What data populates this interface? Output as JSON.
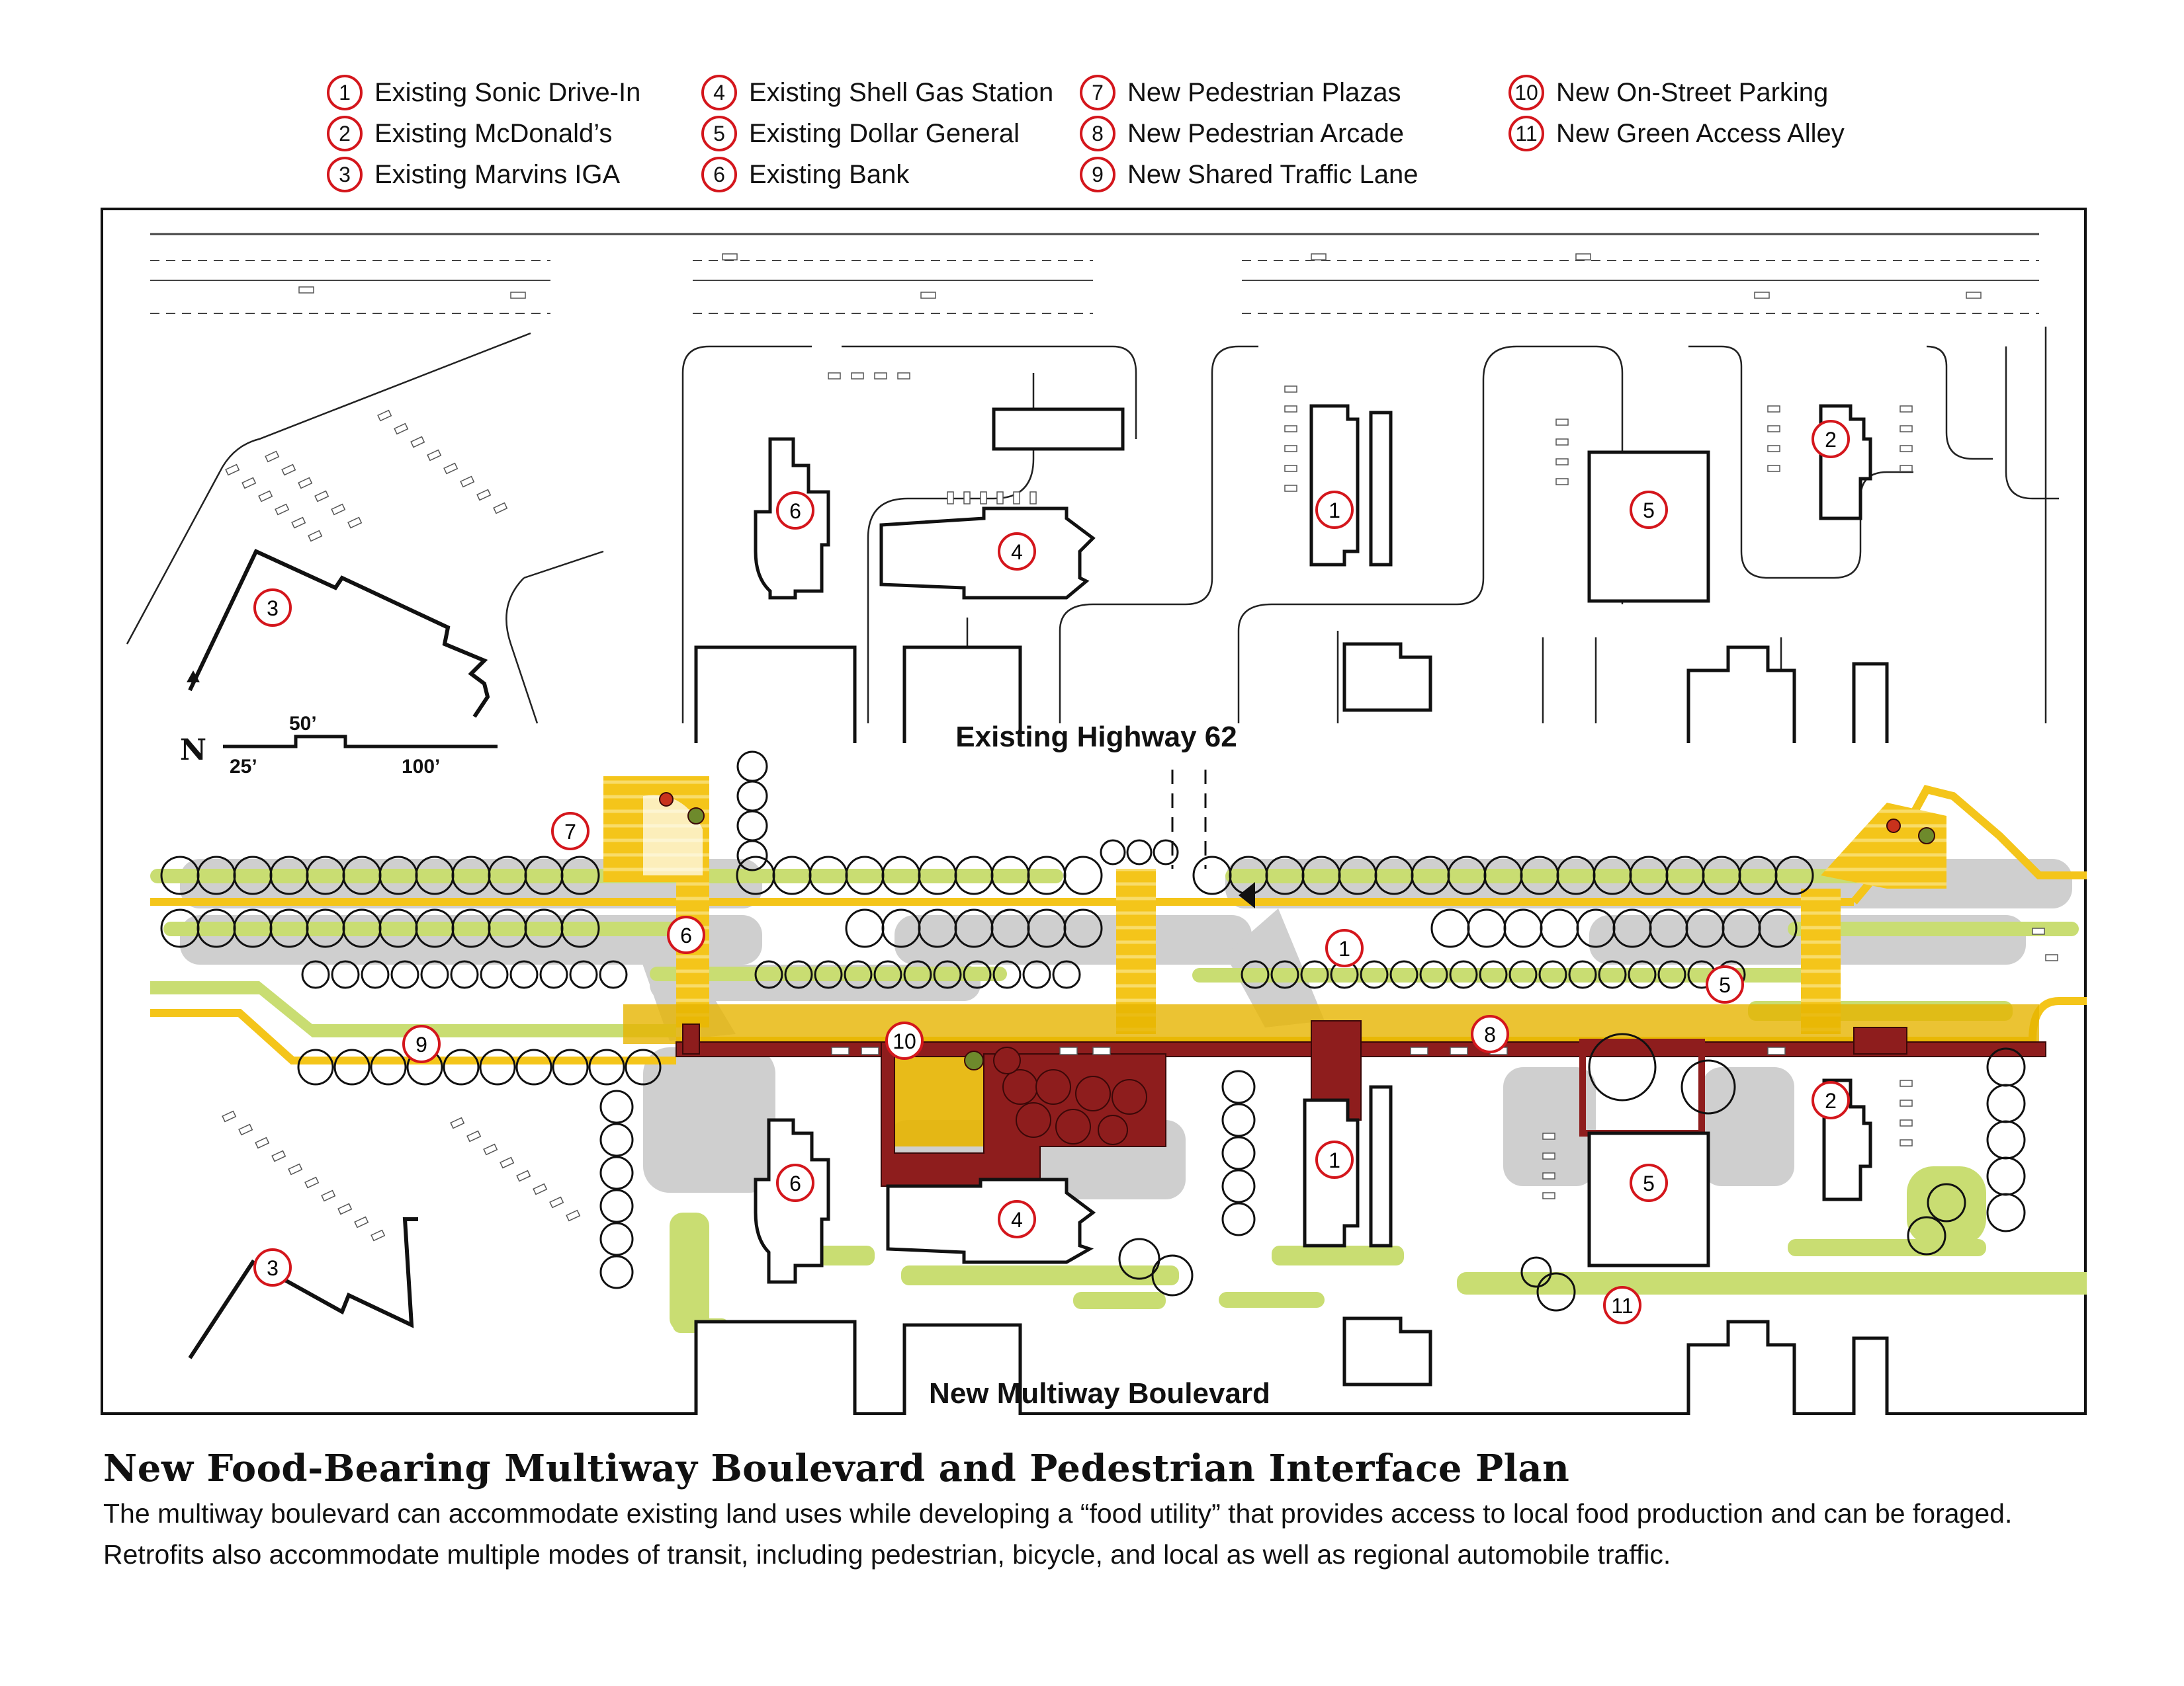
{
  "legend": [
    {
      "num": "1",
      "label": "Existing Sonic Drive-In"
    },
    {
      "num": "2",
      "label": "Existing McDonald’s"
    },
    {
      "num": "3",
      "label": "Existing Marvins IGA"
    },
    {
      "num": "4",
      "label": "Existing Shell Gas Station"
    },
    {
      "num": "5",
      "label": "Existing Dollar General"
    },
    {
      "num": "6",
      "label": "Existing Bank"
    },
    {
      "num": "7",
      "label": "New Pedestrian Plazas"
    },
    {
      "num": "8",
      "label": "New Pedestrian Arcade"
    },
    {
      "num": "9",
      "label": "New Shared Traffic Lane"
    },
    {
      "num": "10",
      "label": "New On-Street Parking"
    },
    {
      "num": "11",
      "label": "New Green Access Alley"
    }
  ],
  "plan": {
    "highway_label": "Existing Highway 62",
    "boulevard_label": "New Multiway Boulevard",
    "north_label": "N",
    "scale_labels": {
      "a": "25’",
      "b": "50’",
      "c": "100’"
    },
    "markers": {
      "m1": "1",
      "m2": "2",
      "m3": "3",
      "m4": "4",
      "m5": "5",
      "m6": "6",
      "m7": "7",
      "m8": "8",
      "m9": "9",
      "m10": "10",
      "m11": "11"
    }
  },
  "title": "New Food-Bearing Multiway Boulevard and Pedestrian Interface Plan",
  "caption": "The multiway boulevard can accommodate existing land uses while developing a “food utility” that provides access to local food production and can be foraged. Retrofits also accommodate multiple modes of transit, including pedestrian, bicycle, and local as well as regional automobile traffic.",
  "colors": {
    "marker": "#d4161c",
    "plaza": "#f4c51a",
    "arcade": "#8e1d1d",
    "green": "#c9dd72",
    "shadow": "#c8c8c8"
  }
}
